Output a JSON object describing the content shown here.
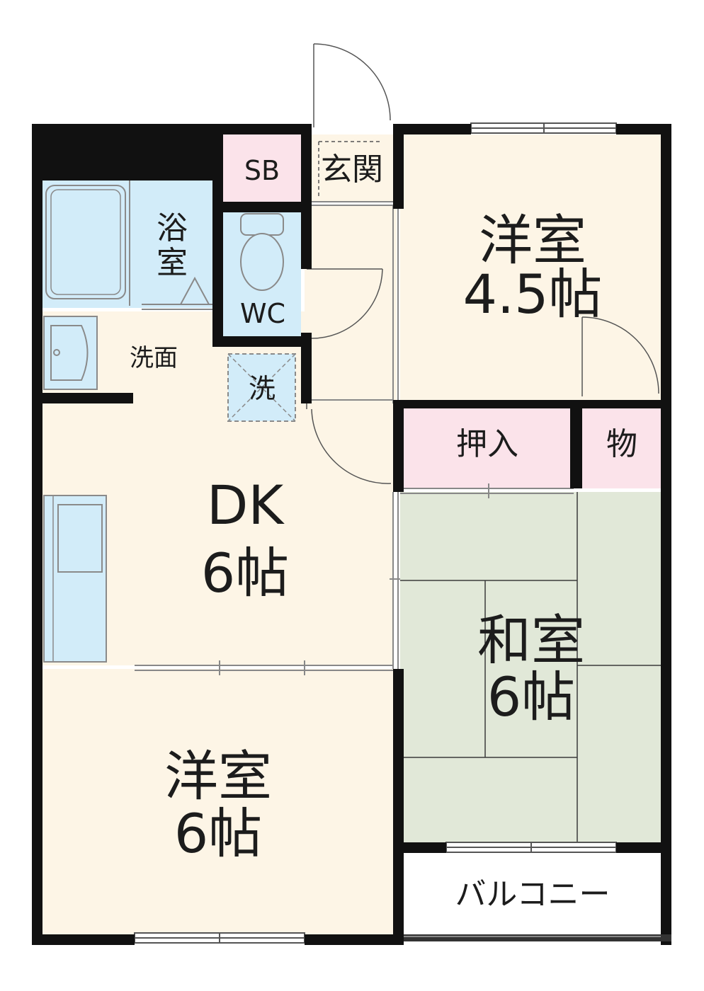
{
  "colors": {
    "floor": "#fdf5e6",
    "tatami": "#e1e8d8",
    "storage": "#fbe3ea",
    "water": "#d2ecf9",
    "wall": "#111111",
    "fixture_line": "#8a8a8a"
  },
  "rooms": {
    "western_a_name": "洋室",
    "western_a_size": "4.5帖",
    "western_b_name": "洋室",
    "western_b_size": "6帖",
    "dk_name": "DK",
    "dk_size": "6帖",
    "japanese_name": "和室",
    "japanese_size": "6帖",
    "bath_char_1": "浴",
    "bath_char_2": "室",
    "wc": "WC",
    "vanity": "洗面",
    "laundry": "洗",
    "shoe_box": "SB",
    "entrance": "玄関",
    "closet": "押入",
    "storage": "物",
    "balcony": "バルコニー"
  }
}
